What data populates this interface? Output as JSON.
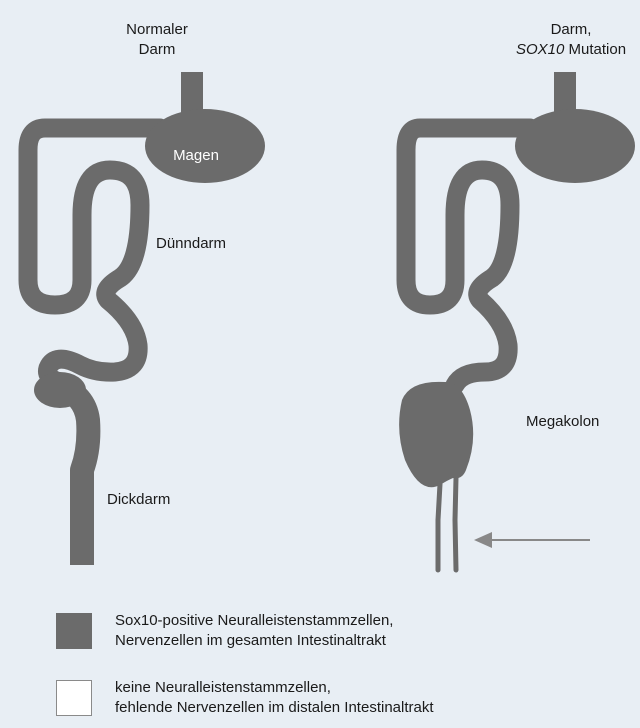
{
  "title_normal": {
    "line1": "Normaler",
    "line2": "Darm"
  },
  "title_mutant": {
    "line1": "Darm,",
    "line2_italic": "SOX10",
    "line2_rest": " Mutation"
  },
  "labels": {
    "magen": "Magen",
    "duenndarm": "Dünndarm",
    "dickdarm": "Dickdarm",
    "megakolon": "Megakolon"
  },
  "legend": {
    "filled_line1": "Sox10-positive Neuralleistenstammzellen,",
    "filled_line2": "Nervenzellen im gesamten Intestinaltrakt",
    "empty_line1": "keine Neuralleistenstammzellen,",
    "empty_line2": "fehlende Nervenzellen im distalen Intestinaltrakt"
  },
  "colors": {
    "background": "#e8eef4",
    "gut": "#6b6b6b",
    "arrow": "#888888",
    "swatch_empty": "#ffffff"
  }
}
